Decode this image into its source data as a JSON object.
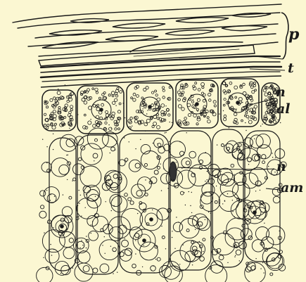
{
  "figure": {
    "labels": {
      "p": "p",
      "t": "t",
      "n_top": "n",
      "al": "al",
      "n_mid": "n",
      "am": "am"
    }
  }
}
